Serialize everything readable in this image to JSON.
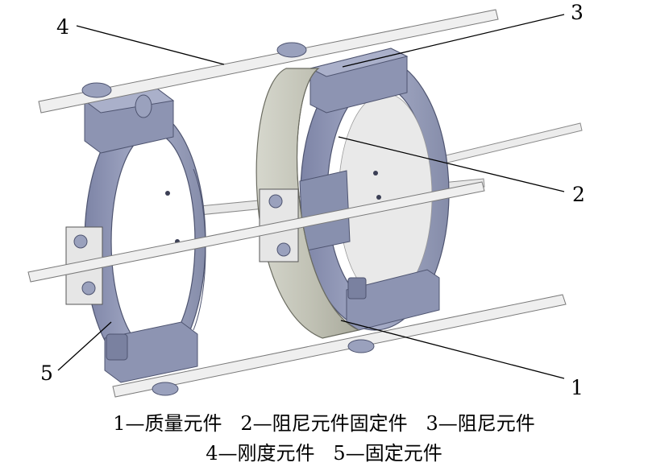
{
  "callouts": {
    "mass": "1",
    "damper_fixture": "2",
    "damper": "3",
    "stiffness": "4",
    "fixture": "5"
  },
  "caption": {
    "line1": "1—质量元件   2—阻尼元件固定件   3—阻尼元件",
    "line2": "4—刚度元件   5—固定元件"
  },
  "colors": {
    "metal": "#9aa1bd",
    "metal_dark": "#6e7596",
    "metal_light": "#c0c5da",
    "mass_ring": "#c8c9bd",
    "rod": "#ececec",
    "rod_edge": "#8a8a8a"
  }
}
